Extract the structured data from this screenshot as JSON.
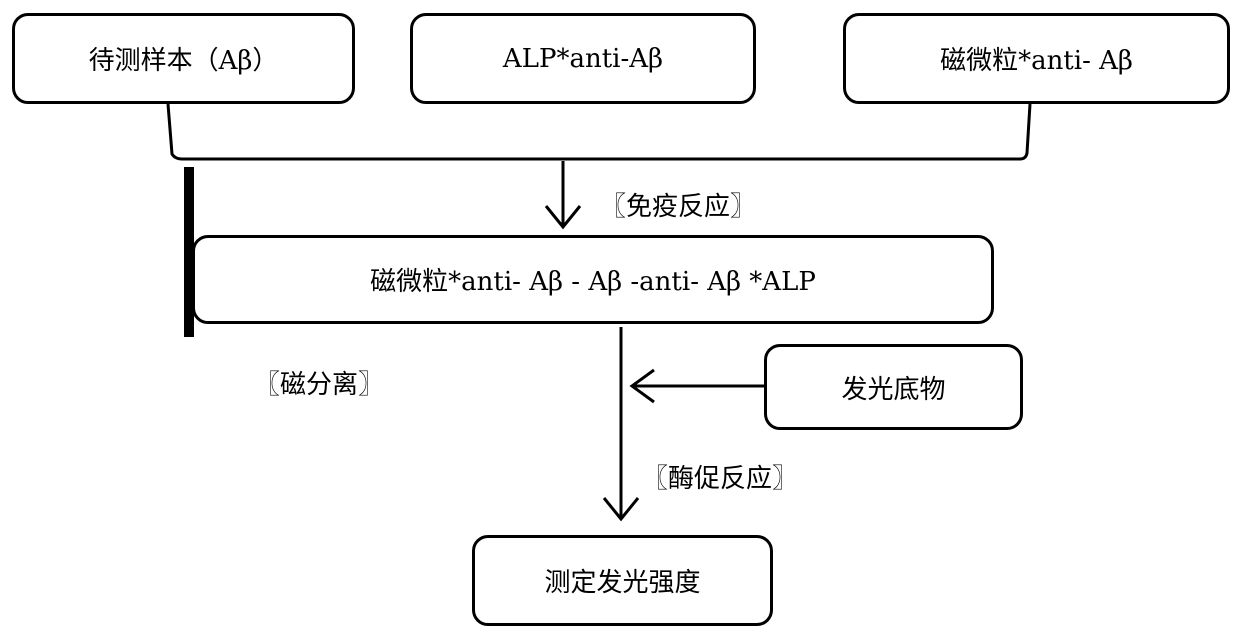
{
  "boxes": {
    "sample": "待测样本（Aβ）",
    "alp_antibody": "ALP*anti-Aβ",
    "magnetic_antibody": "磁微粒*anti- Aβ",
    "complex": "磁微粒*anti- Aβ - Aβ -anti- Aβ *ALP",
    "substrate": "发光底物",
    "result": "测定发光强度"
  },
  "labels": {
    "immune_reaction": "〖免疫反应〗",
    "magnetic_separation": "〖磁分离〗",
    "enzyme_reaction": "〖酶促反应〗"
  }
}
